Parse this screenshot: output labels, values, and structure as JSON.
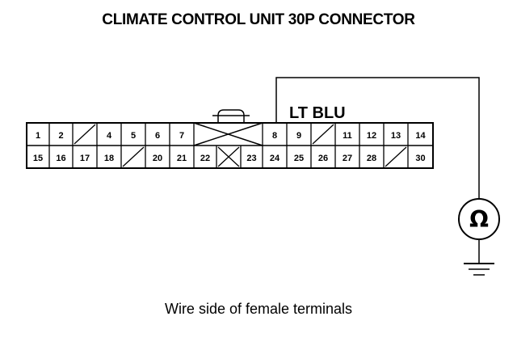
{
  "title": "CLIMATE CONTROL UNIT 30P CONNECTOR",
  "caption": "Wire side of female terminals",
  "wire_color_label": "LT BLU",
  "meter_symbol": "Ω",
  "connector": {
    "row1": [
      "1",
      "2",
      "",
      "4",
      "5",
      "6",
      "7",
      "",
      "8",
      "9",
      "",
      "11",
      "12",
      "13",
      "14"
    ],
    "row2": [
      "15",
      "16",
      "17",
      "18",
      "",
      "20",
      "21",
      "22",
      "",
      "23",
      "24",
      "25",
      "26",
      "27",
      "28",
      "",
      "30"
    ]
  },
  "colors": {
    "line": "#000000",
    "background": "#ffffff"
  }
}
